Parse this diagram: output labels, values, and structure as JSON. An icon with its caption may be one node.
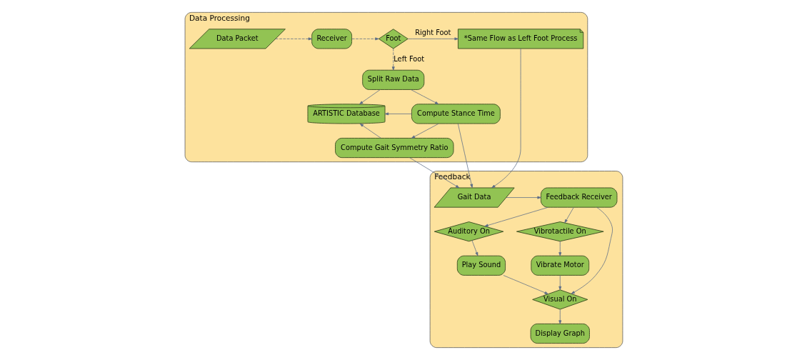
{
  "diagram": {
    "nodes": [
      {
        "text": [
          "Data Processing"
        ]
      },
      {
        "text": [
          "Data Packet"
        ],
        "in": 0
      },
      {
        "text": [
          "Receiver"
        ],
        "in": 0
      },
      {
        "text": [
          "Foot"
        ],
        "in": 0
      },
      {
        "text": [
          "*Same Flow as Left Foot Process"
        ],
        "in": 0
      },
      {
        "text": [
          "Split Raw Data"
        ],
        "in": 0
      },
      {
        "text": [
          "ARTISTIC Database"
        ],
        "in": 0
      },
      {
        "text": [
          "Compute Stance Time"
        ],
        "in": 0
      },
      {
        "text": [
          "Compute Gait Symmetry Ratio"
        ],
        "in": 0
      },
      {
        "text": [
          "Feedback"
        ]
      },
      {
        "text": [
          "Gait Data"
        ],
        "in": 9
      },
      {
        "text": [
          "Feedback Receiver"
        ],
        "in": 9
      },
      {
        "text": [
          "Auditory On"
        ],
        "in": 9
      },
      {
        "text": [
          "Vibrotactile On"
        ],
        "in": 9
      },
      {
        "text": [
          "Play Sound"
        ],
        "in": 9
      },
      {
        "text": [
          "Vibrate Motor"
        ],
        "in": 9
      },
      {
        "text": [
          "Visual On"
        ],
        "in": 9
      },
      {
        "text": [
          "Display Graph"
        ],
        "in": 9
      }
    ],
    "edges": [
      {
        "from": 1,
        "to": 2,
        "arrow": "to",
        "style": "dashed"
      },
      {
        "from": 2,
        "to": 3,
        "arrow": "to",
        "style": "dashed"
      },
      {
        "from": 3,
        "to": 4,
        "arrow": "to",
        "label": "Right Foot"
      },
      {
        "from": 3,
        "to": 5,
        "arrow": "to",
        "label": "Left Foot",
        "style": "dashed"
      },
      {
        "from": 5,
        "to": 7,
        "arrow": "to"
      },
      {
        "from": 7,
        "to": 8,
        "arrow": "to"
      },
      {
        "from": 5,
        "to": 6,
        "arrow": "to"
      },
      {
        "from": 7,
        "to": 6,
        "arrow": "to"
      },
      {
        "from": 8,
        "to": 6,
        "arrow": "to"
      },
      {
        "from": 4,
        "to": 10,
        "arrow": "to"
      },
      {
        "from": 7,
        "to": 10,
        "arrow": "to"
      },
      {
        "from": 8,
        "to": 10,
        "arrow": "to"
      },
      {
        "from": 10,
        "to": 11,
        "arrow": "to"
      },
      {
        "from": 11,
        "to": 12,
        "arrow": "to"
      },
      {
        "from": 11,
        "to": 13,
        "arrow": "to"
      },
      {
        "from": 11,
        "to": 16,
        "arrow": "to"
      },
      {
        "from": 12,
        "to": 14,
        "arrow": "to"
      },
      {
        "from": 13,
        "to": 15,
        "arrow": "to"
      },
      {
        "from": 14,
        "to": 16,
        "arrow": "to"
      },
      {
        "from": 15,
        "to": 16,
        "arrow": "to"
      },
      {
        "from": 16,
        "to": 17,
        "arrow": "to"
      }
    ]
  }
}
